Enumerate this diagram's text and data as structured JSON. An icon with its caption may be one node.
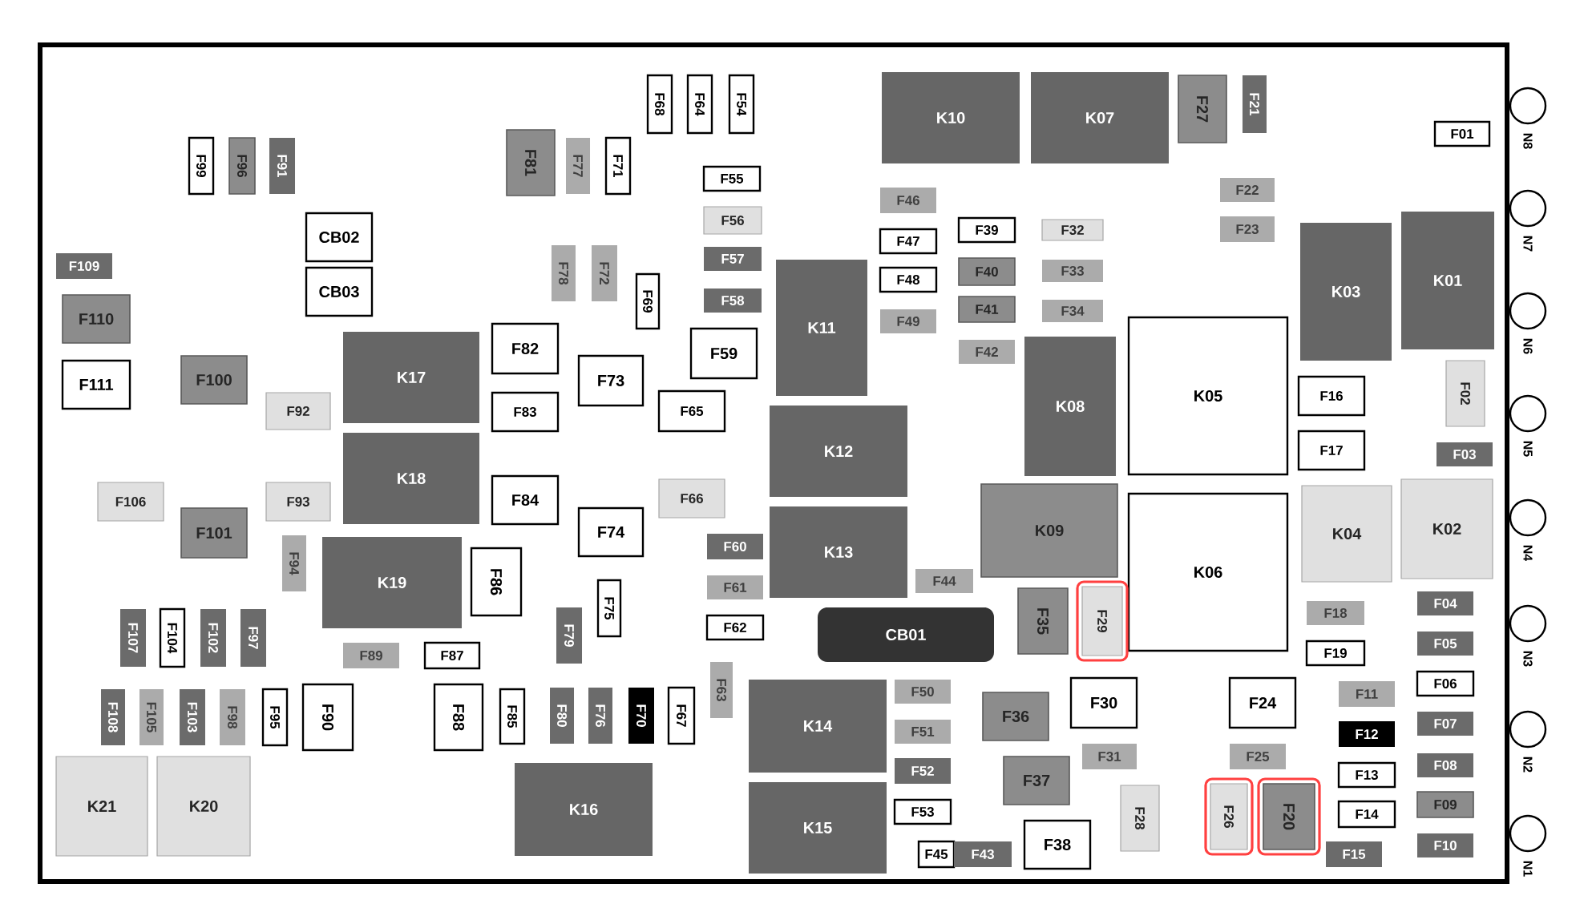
{
  "diagram": {
    "nodes": [
      {
        "text": [
          "F99"
        ]
      },
      {
        "text": [
          "F96"
        ]
      },
      {
        "text": [
          "F91"
        ]
      },
      {
        "text": [
          "F68"
        ]
      },
      {
        "text": [
          "F64"
        ]
      },
      {
        "text": [
          "F54"
        ]
      },
      {
        "text": [
          "K10"
        ]
      },
      {
        "text": [
          "K07"
        ]
      },
      {
        "text": [
          "F27"
        ]
      },
      {
        "text": [
          "F21"
        ]
      },
      {
        "text": [
          "F01"
        ]
      },
      {
        "text": [
          "F81"
        ]
      },
      {
        "text": [
          "F77"
        ]
      },
      {
        "text": [
          "F71"
        ]
      },
      {
        "text": [
          "F55"
        ]
      },
      {
        "text": [
          "F46"
        ]
      },
      {
        "text": [
          "F22"
        ]
      },
      {
        "text": [
          "F56"
        ]
      },
      {
        "text": [
          "CB02"
        ]
      },
      {
        "text": [
          "F39"
        ]
      },
      {
        "text": [
          "F32"
        ]
      },
      {
        "text": [
          "F23"
        ]
      },
      {
        "text": [
          "K03"
        ]
      },
      {
        "text": [
          "K01"
        ]
      },
      {
        "text": [
          "F47"
        ]
      },
      {
        "text": [
          "F109"
        ]
      },
      {
        "text": [
          "F78"
        ]
      },
      {
        "text": [
          "F72"
        ]
      },
      {
        "text": [
          "F57"
        ]
      },
      {
        "text": [
          "F40"
        ]
      },
      {
        "text": [
          "F33"
        ]
      },
      {
        "text": [
          "CB03"
        ]
      },
      {
        "text": [
          "K11"
        ]
      },
      {
        "text": [
          "F48"
        ]
      },
      {
        "text": [
          "F69"
        ]
      },
      {
        "text": [
          "F58"
        ]
      },
      {
        "text": [
          "F41"
        ]
      },
      {
        "text": [
          "F34"
        ]
      },
      {
        "text": [
          "F110"
        ]
      },
      {
        "text": [
          "F49"
        ]
      },
      {
        "text": [
          "K05"
        ]
      },
      {
        "text": [
          "F82"
        ]
      },
      {
        "text": [
          "F59"
        ]
      },
      {
        "text": [
          "K17"
        ]
      },
      {
        "text": [
          "F42"
        ]
      },
      {
        "text": [
          "K08"
        ]
      },
      {
        "text": [
          "F111"
        ]
      },
      {
        "text": [
          "F100"
        ]
      },
      {
        "text": [
          "F73"
        ]
      },
      {
        "text": [
          "F02"
        ]
      },
      {
        "text": [
          "F16"
        ]
      },
      {
        "text": [
          "F92"
        ]
      },
      {
        "text": [
          "F83"
        ]
      },
      {
        "text": [
          "F65"
        ]
      },
      {
        "text": [
          "K12"
        ]
      },
      {
        "text": [
          "F17"
        ]
      },
      {
        "text": [
          "F03"
        ]
      },
      {
        "text": [
          "K18"
        ]
      },
      {
        "text": [
          "F106"
        ]
      },
      {
        "text": [
          "F93"
        ]
      },
      {
        "text": [
          "F84"
        ]
      },
      {
        "text": [
          "F66"
        ]
      },
      {
        "text": [
          "K09"
        ]
      },
      {
        "text": [
          "K06"
        ]
      },
      {
        "text": [
          "K04"
        ]
      },
      {
        "text": [
          "K02"
        ]
      },
      {
        "text": [
          "F101"
        ]
      },
      {
        "text": [
          "F74"
        ]
      },
      {
        "text": [
          "K13"
        ]
      },
      {
        "text": [
          "F60"
        ]
      },
      {
        "text": [
          "F94"
        ]
      },
      {
        "text": [
          "K19"
        ]
      },
      {
        "text": [
          "F86"
        ]
      },
      {
        "text": [
          "F61"
        ]
      },
      {
        "text": [
          "F75"
        ]
      },
      {
        "text": [
          "F44"
        ]
      },
      {
        "text": [
          "F35"
        ]
      },
      {
        "text": [
          "F29"
        ]
      },
      {
        "text": [
          "F18"
        ]
      },
      {
        "text": [
          "F04"
        ]
      },
      {
        "text": [
          "F107"
        ]
      },
      {
        "text": [
          "F104"
        ]
      },
      {
        "text": [
          "F102"
        ]
      },
      {
        "text": [
          "F97"
        ]
      },
      {
        "text": [
          "F79"
        ]
      },
      {
        "text": [
          "F62"
        ]
      },
      {
        "text": [
          "CB01"
        ]
      },
      {
        "text": [
          "F05"
        ]
      },
      {
        "text": [
          "F89"
        ]
      },
      {
        "text": [
          "F87"
        ]
      },
      {
        "text": [
          "F19"
        ]
      },
      {
        "text": [
          "F63"
        ]
      },
      {
        "text": [
          "F06"
        ]
      },
      {
        "text": [
          "F108"
        ]
      },
      {
        "text": [
          "F105"
        ]
      },
      {
        "text": [
          "F103"
        ]
      },
      {
        "text": [
          "F98"
        ]
      },
      {
        "text": [
          "F95"
        ]
      },
      {
        "text": [
          "F90"
        ]
      },
      {
        "text": [
          "F88"
        ]
      },
      {
        "text": [
          "F85"
        ]
      },
      {
        "text": [
          "F80"
        ]
      },
      {
        "text": [
          "F76"
        ]
      },
      {
        "text": [
          "F70"
        ]
      },
      {
        "text": [
          "F67"
        ]
      },
      {
        "text": [
          "K14"
        ]
      },
      {
        "text": [
          "F50"
        ]
      },
      {
        "text": [
          "F36"
        ]
      },
      {
        "text": [
          "F30"
        ]
      },
      {
        "text": [
          "F24"
        ]
      },
      {
        "text": [
          "F11"
        ]
      },
      {
        "text": [
          "F07"
        ]
      },
      {
        "text": [
          "F51"
        ]
      },
      {
        "text": [
          "F12"
        ]
      },
      {
        "text": [
          "F31"
        ]
      },
      {
        "text": [
          "F25"
        ]
      },
      {
        "text": [
          "F08"
        ]
      },
      {
        "text": [
          "K21"
        ]
      },
      {
        "text": [
          "K20"
        ]
      },
      {
        "text": [
          "K16"
        ]
      },
      {
        "text": [
          "F52"
        ]
      },
      {
        "text": [
          "F37"
        ]
      },
      {
        "text": [
          "F13"
        ]
      },
      {
        "text": [
          "K15"
        ]
      },
      {
        "text": [
          "F28"
        ]
      },
      {
        "text": [
          "F26"
        ]
      },
      {
        "text": [
          "F20"
        ]
      },
      {
        "text": [
          "F09"
        ]
      },
      {
        "text": [
          "F53"
        ]
      },
      {
        "text": [
          "F14"
        ]
      },
      {
        "text": [
          "F38"
        ]
      },
      {
        "text": [
          "F45"
        ]
      },
      {
        "text": [
          "F43"
        ]
      },
      {
        "text": [
          "F15"
        ]
      },
      {
        "text": [
          "F10"
        ]
      },
      {
        "text": [
          "N8"
        ]
      },
      {
        "text": [
          "N7"
        ]
      },
      {
        "text": [
          "N6"
        ]
      },
      {
        "text": [
          "N5"
        ]
      },
      {
        "text": [
          "N4"
        ]
      },
      {
        "text": [
          "N3"
        ]
      },
      {
        "text": [
          "N2"
        ]
      },
      {
        "text": [
          "N1"
        ]
      }
    ]
  }
}
